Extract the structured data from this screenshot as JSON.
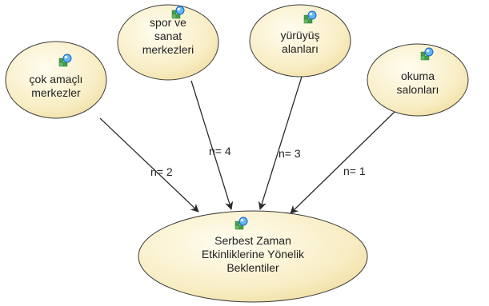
{
  "nodes": {
    "cok_amacli": {
      "label": "çok amaçlı\nmerkezler",
      "icon": "node-cluster-icon"
    },
    "spor_sanat": {
      "label": "spor ve\nsanat\nmerkezleri",
      "icon": "node-cluster-icon"
    },
    "yuruyus": {
      "label": "yürüyüş\nalanları",
      "icon": "node-cluster-icon"
    },
    "okuma": {
      "label": "okuma\nsalonları",
      "icon": "node-cluster-icon"
    },
    "target": {
      "label": "Serbest Zaman\nEtkinliklerine Yönelik\nBeklentiler",
      "icon": "node-cluster-icon"
    }
  },
  "edges": [
    {
      "from": "cok_amacli",
      "to": "target",
      "label": "n= 2"
    },
    {
      "from": "spor_sanat",
      "to": "target",
      "label": "n= 4"
    },
    {
      "from": "yuruyus",
      "to": "target",
      "label": "n= 3"
    },
    {
      "from": "okuma",
      "to": "target",
      "label": "n= 1"
    }
  ],
  "colors": {
    "node_fill_light": "#fffbea",
    "node_fill_dark": "#f3e3a6",
    "node_stroke": "#3a3a3a",
    "edge": "#2b2b2b",
    "text": "#222222"
  }
}
